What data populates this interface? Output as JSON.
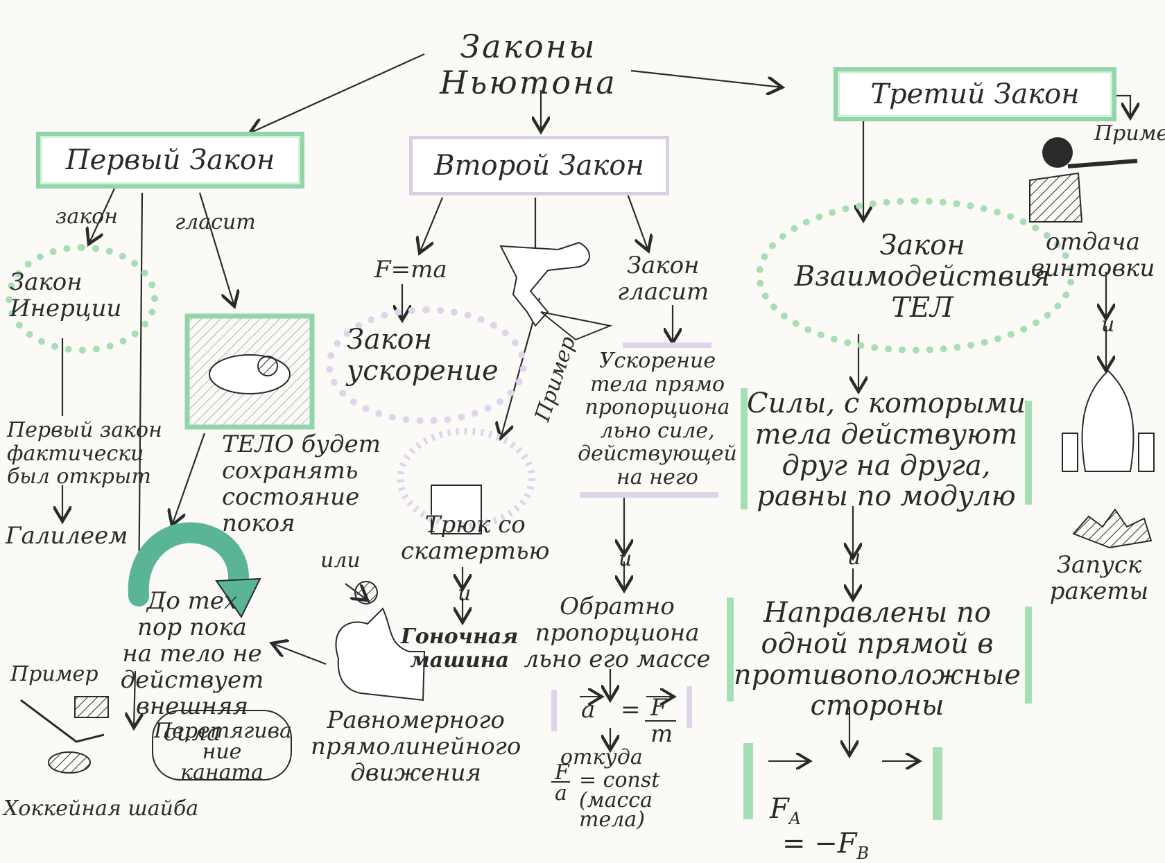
{
  "title": "Законы\nНьютона",
  "first_law": {
    "box": "Первый Закон",
    "edge_law": "закон",
    "edge_says": "гласит",
    "cloud": "Закон\nИнерции",
    "discovered": "Первый закон\nфактически\nбыл открыт",
    "galileo": "Галилеем",
    "statement_1": "ТЕЛО будет\nсохранять\nсостояние\nпокоя",
    "or": "или",
    "statement_2": "Равномерного\nпрямолинейного\nдвижения",
    "until": "До тех\nпор пока\nна тело не\nдействует\nвнешняя\nсила",
    "example": "Пример",
    "hockey": "Хоккейная шайба",
    "tug": "Перетягива\nние\nканата"
  },
  "second_law": {
    "box": "Второй Закон",
    "formula": "F=ma",
    "cloud": "Закон\nускорение",
    "example_rot": "Пример",
    "trick": "Трюк со\nскатертью",
    "and_1": "и",
    "race": "Гоночная\nмашина",
    "edge_says": "Закон\nгласит",
    "statement": "Ускорение\nтела прямо\nпропорциона\nльно силе,\nдействующей\nна него",
    "and_2": "и",
    "inverse": "Обратно\nпропорциона\nльно его массе",
    "vec_a": "a",
    "eq": "=",
    "frac_F": "F",
    "frac_m": "m",
    "whence": "откуда",
    "const_F": "F",
    "const_a": "a",
    "const": "= const\n(масса\nтела)"
  },
  "third_law": {
    "box": "Третий Закон",
    "example": "Пример",
    "cloud": "Закон\nВзаимодействия\nТЕЛ",
    "forces": "Силы, с которыми\nтела действуют\nдруг на друга,\nравны по модулю",
    "and_1": "и",
    "directed": "Направлены по\nодной прямой в\nпротивоположные\nстороны",
    "formula_left": "F",
    "sub_a": "A",
    "formula_mid": "= −F",
    "sub_b": "B",
    "recoil": "отдача\nвинтовки",
    "and_2": "и",
    "launch": "Запуск\nракеты"
  },
  "colors": {
    "green": "#8fd6a8",
    "purple": "#d8cfe4",
    "ink": "#2a2a2a",
    "teal": "#5ab596"
  }
}
